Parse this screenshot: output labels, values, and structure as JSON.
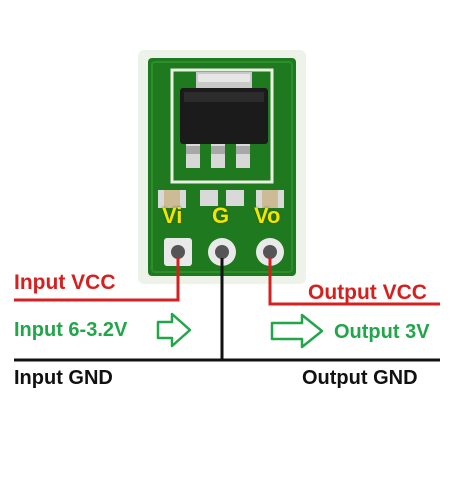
{
  "pins": {
    "vi": "Vi",
    "g": "G",
    "vo": "Vo"
  },
  "labels": {
    "input_vcc": "Input VCC",
    "input_range": "Input 6-3.2V",
    "input_gnd": "Input GND",
    "output_vcc": "Output VCC",
    "output_voltage": "Output 3V",
    "output_gnd": "Output GND"
  },
  "colors": {
    "vcc_wire": "#d62020",
    "gnd_wire": "#111111",
    "label_green": "#22a64a",
    "pcb_green": "#1f7a1f",
    "pin_text": "#f2e600"
  },
  "icons": {
    "input_arrow": "right-arrow-outline",
    "output_arrow": "right-arrow-outline"
  }
}
